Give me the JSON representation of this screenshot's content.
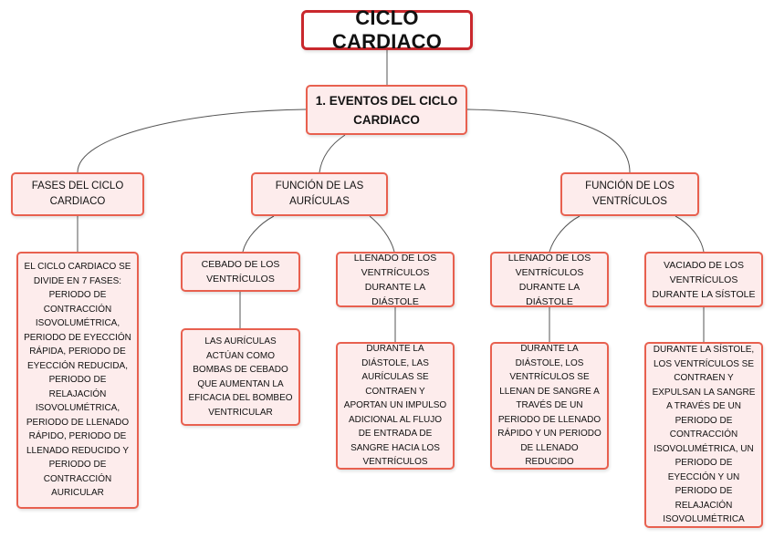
{
  "root": {
    "title": "CICLO CARDIACO"
  },
  "main": {
    "title": "1. EVENTOS DEL CICLO CARDIACO"
  },
  "branches": {
    "fases": {
      "title": "FASES DEL CICLO CARDIACO",
      "detail": "EL CICLO CARDIACO SE DIVIDE EN 7 FASES: PERIODO DE CONTRACCIÓN ISOVOLUMÉTRICA, PERIODO DE EYECCIÓN RÁPIDA, PERIODO DE EYECCIÓN REDUCIDA, PERIODO DE RELAJACIÓN ISOVOLUMÉTRICA, PERIODO DE LLENADO RÁPIDO, PERIODO DE LLENADO REDUCIDO Y PERIODO DE CONTRACCIÓN AURICULAR"
    },
    "auriculas": {
      "title": "FUNCIÓN DE LAS AURÍCULAS",
      "children": [
        {
          "title": "CEBADO DE LOS VENTRÍCULOS",
          "detail": "LAS AURÍCULAS ACTÚAN COMO BOMBAS DE CEBADO QUE AUMENTAN LA EFICACIA DEL BOMBEO VENTRICULAR"
        },
        {
          "title": "LLENADO DE LOS VENTRÍCULOS DURANTE LA DIÁSTOLE",
          "detail": "DURANTE LA DIÁSTOLE, LAS AURÍCULAS SE CONTRAEN Y APORTAN UN IMPULSO ADICIONAL AL FLUJO DE ENTRADA DE SANGRE HACIA LOS VENTRÍCULOS"
        }
      ]
    },
    "ventriculos": {
      "title": "FUNCIÓN DE LOS VENTRÍCULOS",
      "children": [
        {
          "title": "LLENADO DE LOS VENTRÍCULOS DURANTE LA DIÁSTOLE",
          "detail": "DURANTE LA DIÁSTOLE, LOS VENTRÍCULOS SE LLENAN DE SANGRE A TRAVÉS DE UN PERIODO DE LLENADO RÁPIDO Y UN PERIODO DE LLENADO REDUCIDO"
        },
        {
          "title": "VACIADO DE LOS VENTRÍCULOS DURANTE LA SÍSTOLE",
          "detail": "DURANTE LA SÍSTOLE, LOS VENTRÍCULOS SE CONTRAEN Y EXPULSAN LA SANGRE A TRAVÉS DE UN PERIODO DE CONTRACCIÓN ISOVOLUMÉTRICA, UN PERIODO DE EYECCIÓN Y UN PERIODO DE RELAJACIÓN ISOVOLUMÉTRICA"
        }
      ]
    }
  }
}
